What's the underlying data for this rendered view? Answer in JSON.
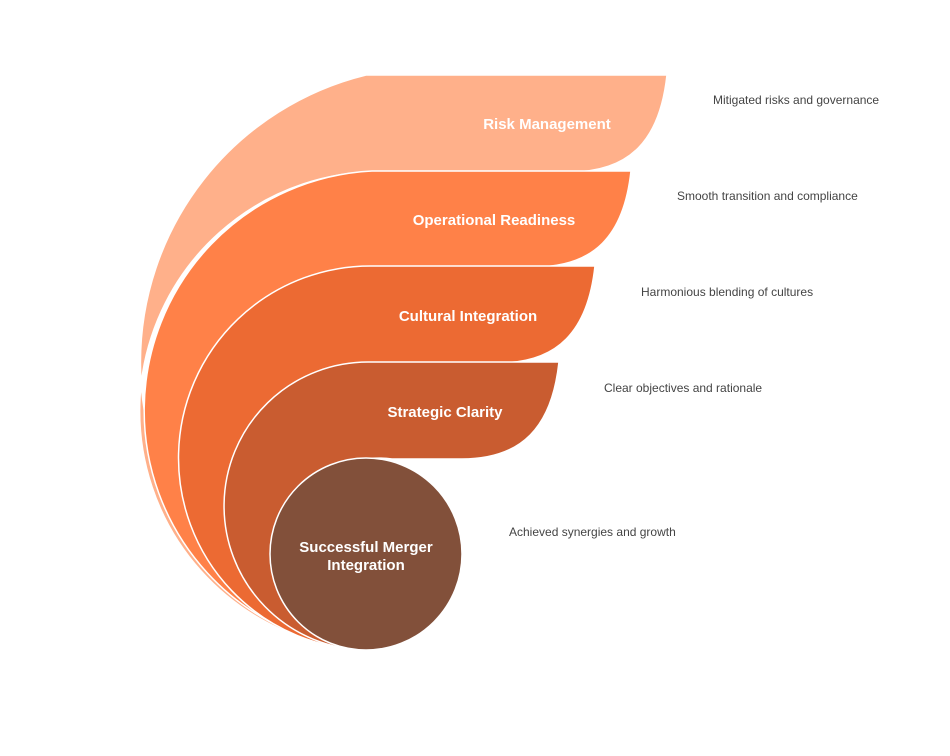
{
  "layers": [
    {
      "label": "Risk Management",
      "description": "Mitigated risks and governance",
      "color": "#FFB08A"
    },
    {
      "label": "Operational Readiness",
      "description": "Smooth transition and compliance",
      "color": "#FF8148"
    },
    {
      "label": "Cultural Integration",
      "description": "Harmonious blending of cultures",
      "color": "#EC6A33"
    },
    {
      "label": "Strategic Clarity",
      "description": "Clear objectives and rationale",
      "color": "#C95C30"
    }
  ],
  "center": {
    "label_line1": "Successful Merger",
    "label_line2": "Integration",
    "description": "Achieved synergies and growth",
    "color": "#82503A"
  }
}
